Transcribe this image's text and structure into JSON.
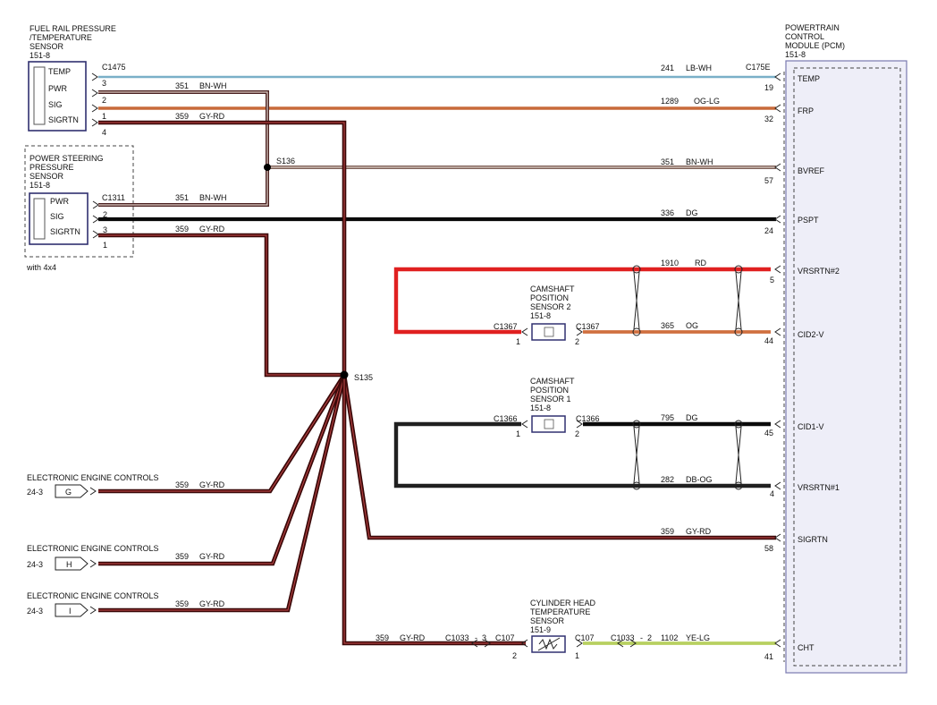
{
  "colors": {
    "lb_wh": "#7ab0c8",
    "bn_wh": "#a07a70",
    "og_lg": "#c86a3a",
    "gy_rd": "#6b1010",
    "dg": "#0a0a0a",
    "rd": "#e02020",
    "og": "#d07040",
    "db_og": "#202020",
    "ye_lg": "#b8d060",
    "pcm_fill": "#eeeef8",
    "pcm_border": "#7a7ab0",
    "sensor_border": "#303070"
  },
  "fuel_sensor": {
    "title": [
      "FUEL RAIL PRESSURE",
      "/TEMPERATURE",
      "SENSOR",
      "151-8"
    ],
    "pins": [
      "TEMP",
      "PWR",
      "SIG",
      "SIGRTN"
    ],
    "connector": "C1475",
    "pin_numbers": [
      "3",
      "2",
      "1",
      "4"
    ]
  },
  "ps_sensor": {
    "title": [
      "POWER STEERING",
      "PRESSURE",
      "SENSOR",
      "151-8"
    ],
    "pins": [
      "PWR",
      "SIG",
      "SIGRTN"
    ],
    "connector": "C1311",
    "pin_numbers": [
      "2",
      "3",
      "1"
    ],
    "note": "with 4x4"
  },
  "pcm": {
    "title": [
      "POWERTRAIN",
      "CONTROL",
      "MODULE (PCM)",
      "151-8"
    ],
    "connector": "C175E",
    "pins": [
      {
        "label": "TEMP",
        "pin": "19"
      },
      {
        "label": "FRP",
        "pin": "32"
      },
      {
        "label": "BVREF",
        "pin": "57"
      },
      {
        "label": "PSPT",
        "pin": "24"
      },
      {
        "label": "VRSRTN#2",
        "pin": "5"
      },
      {
        "label": "CID2-V",
        "pin": "44"
      },
      {
        "label": "CID1-V",
        "pin": "45"
      },
      {
        "label": "VRSRTN#1",
        "pin": "4"
      },
      {
        "label": "SIGRTN",
        "pin": "58"
      },
      {
        "label": "CHT",
        "pin": "41"
      }
    ]
  },
  "wires": [
    {
      "circuit": "351",
      "color": "BN-WH"
    },
    {
      "circuit": "359",
      "color": "GY-RD"
    },
    {
      "circuit": "241",
      "color": "LB-WH"
    },
    {
      "circuit": "1289",
      "color": "OG-LG"
    },
    {
      "circuit": "351",
      "color": "BN-WH"
    },
    {
      "circuit": "351",
      "color": "BN-WH"
    },
    {
      "circuit": "336",
      "color": "DG"
    },
    {
      "circuit": "359",
      "color": "GY-RD"
    },
    {
      "circuit": "1910",
      "color": "RD"
    },
    {
      "circuit": "365",
      "color": "OG"
    },
    {
      "circuit": "795",
      "color": "DG"
    },
    {
      "circuit": "282",
      "color": "DB-OG"
    },
    {
      "circuit": "359",
      "color": "GY-RD"
    },
    {
      "circuit": "359",
      "color": "GY-RD"
    },
    {
      "circuit": "359",
      "color": "GY-RD"
    },
    {
      "circuit": "359",
      "color": "GY-RD"
    },
    {
      "circuit": "359",
      "color": "GY-RD"
    },
    {
      "circuit": "1102",
      "color": "YE-LG"
    }
  ],
  "splices": [
    "S136",
    "S135"
  ],
  "cam2": {
    "title": [
      "CAMSHAFT",
      "POSITION",
      "SENSOR 2",
      "151-8"
    ],
    "connector": "C1367",
    "pin_left": "1",
    "pin_right": "2"
  },
  "cam1": {
    "title": [
      "CAMSHAFT",
      "POSITION",
      "SENSOR 1",
      "151-8"
    ],
    "connector": "C1366",
    "pin_left": "1",
    "pin_right": "2"
  },
  "cht": {
    "title": [
      "CYLINDER HEAD",
      "TEMPERATURE",
      "SENSOR",
      "151-9"
    ],
    "conn_left": "C107",
    "conn_right": "C107",
    "inline_left": "C1033",
    "inline_left_pin": "3",
    "inline_right": "C1033",
    "inline_right_pin": "2",
    "pin_left": "2",
    "pin_right": "1"
  },
  "eec": [
    {
      "title": "ELECTRONIC ENGINE CONTROLS",
      "page": "24-3",
      "pin": "G"
    },
    {
      "title": "ELECTRONIC ENGINE CONTROLS",
      "page": "24-3",
      "pin": "H"
    },
    {
      "title": "ELECTRONIC ENGINE CONTROLS",
      "page": "24-3",
      "pin": "I"
    }
  ]
}
